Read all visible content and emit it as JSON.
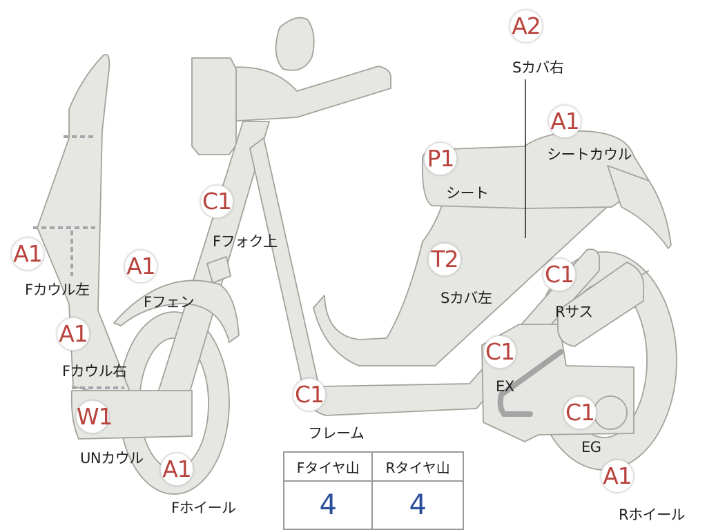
{
  "parts": [
    {
      "id": "s-cover-right",
      "code": "A2",
      "label": "Sカバ右"
    },
    {
      "id": "seat-cowl",
      "code": "A1",
      "label": "シートカウル"
    },
    {
      "id": "seat",
      "code": "P1",
      "label": "シート"
    },
    {
      "id": "f-fork-upper",
      "code": "C1",
      "label": "Fフォク上"
    },
    {
      "id": "f-cowl-left",
      "code": "A1",
      "label": "Fカウル左"
    },
    {
      "id": "f-fender",
      "code": "A1",
      "label": "Fフェン"
    },
    {
      "id": "s-cover-left",
      "code": "T2",
      "label": "Sカバ左"
    },
    {
      "id": "r-suspension",
      "code": "C1",
      "label": "Rサス"
    },
    {
      "id": "f-cowl-right",
      "code": "A1",
      "label": "Fカウル右"
    },
    {
      "id": "exhaust",
      "code": "C1",
      "label": "EX"
    },
    {
      "id": "frame",
      "code": "C1",
      "label": "フレーム"
    },
    {
      "id": "under-cowl",
      "code": "W1",
      "label": "UNカウル"
    },
    {
      "id": "engine",
      "code": "C1",
      "label": "EG"
    },
    {
      "id": "f-wheel",
      "code": "A1",
      "label": "Fホイール"
    },
    {
      "id": "r-wheel",
      "code": "A1",
      "label": "Rホイール"
    }
  ],
  "tire_table": {
    "front_header": "Fタイヤ山",
    "rear_header": "Rタイヤ山",
    "front_value": "4",
    "rear_value": "4"
  },
  "colors": {
    "part_fill": "#e6e6e2",
    "part_stroke": "#a3a39c",
    "badge_text": "#b8433d",
    "value_text": "#2a4e9c"
  }
}
